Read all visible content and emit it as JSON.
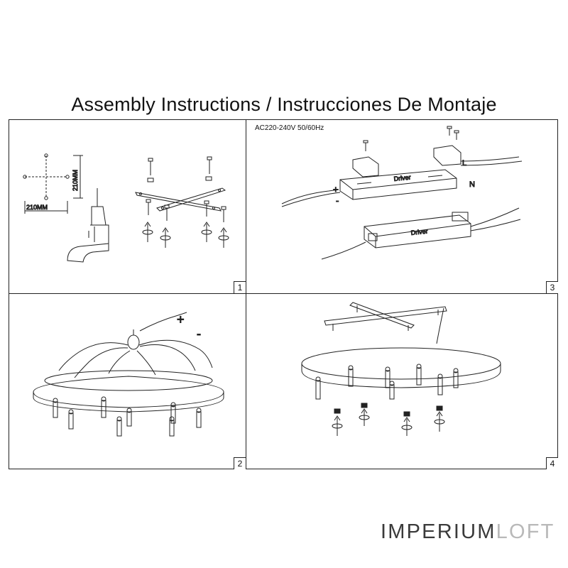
{
  "title": "Assembly Instructions / Instrucciones De Montaje",
  "steps": [
    {
      "number": "1",
      "dim_horizontal": "210MM",
      "dim_vertical": "210MM"
    },
    {
      "number": "2",
      "plus": "+",
      "minus": "-"
    },
    {
      "number": "3",
      "voltage": "AC220-240V 50/60Hz",
      "driver_label": "Driver",
      "plus": "+",
      "minus": "-",
      "live": "L",
      "neutral": "N"
    },
    {
      "number": "4"
    }
  ],
  "brand": {
    "part1": "IMPERIUM",
    "part2": "LOFT",
    "color_dark": "#3a3a3a",
    "color_light": "#b9b9b9"
  },
  "colors": {
    "line": "#222222",
    "background": "#ffffff"
  }
}
